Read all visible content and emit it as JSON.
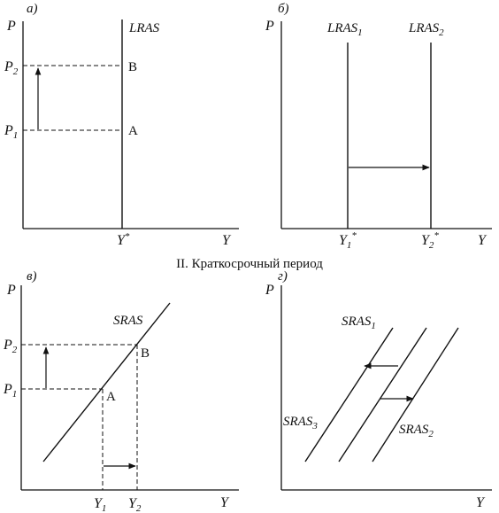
{
  "section_title": "II. Краткосрочный период",
  "panels": {
    "a": {
      "label": "а)",
      "axis_y": "P",
      "axis_x": "Y",
      "curve": "LRAS",
      "p2": {
        "base": "P",
        "sub": "2"
      },
      "p1": {
        "base": "P",
        "sub": "1"
      },
      "point_b": "B",
      "point_a": "A",
      "ystar": {
        "base": "Y",
        "sup": "*"
      }
    },
    "b": {
      "label": "б)",
      "axis_y": "P",
      "axis_x": "Y",
      "curve1": {
        "base": "LRAS",
        "sub": "1"
      },
      "curve2": {
        "base": "LRAS",
        "sub": "2"
      },
      "y1star": {
        "base": "Y",
        "sub": "1",
        "sup": "*"
      },
      "y2star": {
        "base": "Y",
        "sub": "2",
        "sup": "*"
      }
    },
    "v": {
      "label": "в)",
      "axis_y": "P",
      "axis_x": "Y",
      "curve": "SRAS",
      "p2": {
        "base": "P",
        "sub": "2"
      },
      "p1": {
        "base": "P",
        "sub": "1"
      },
      "point_b": "B",
      "point_a": "A",
      "y1": {
        "base": "Y",
        "sub": "1"
      },
      "y2": {
        "base": "Y",
        "sub": "2"
      }
    },
    "g": {
      "label": "г)",
      "axis_y": "P",
      "axis_x": "Y",
      "curve1": {
        "base": "SRAS",
        "sub": "1"
      },
      "curve2": {
        "base": "SRAS",
        "sub": "2"
      },
      "curve3": {
        "base": "SRAS",
        "sub": "3"
      }
    }
  }
}
